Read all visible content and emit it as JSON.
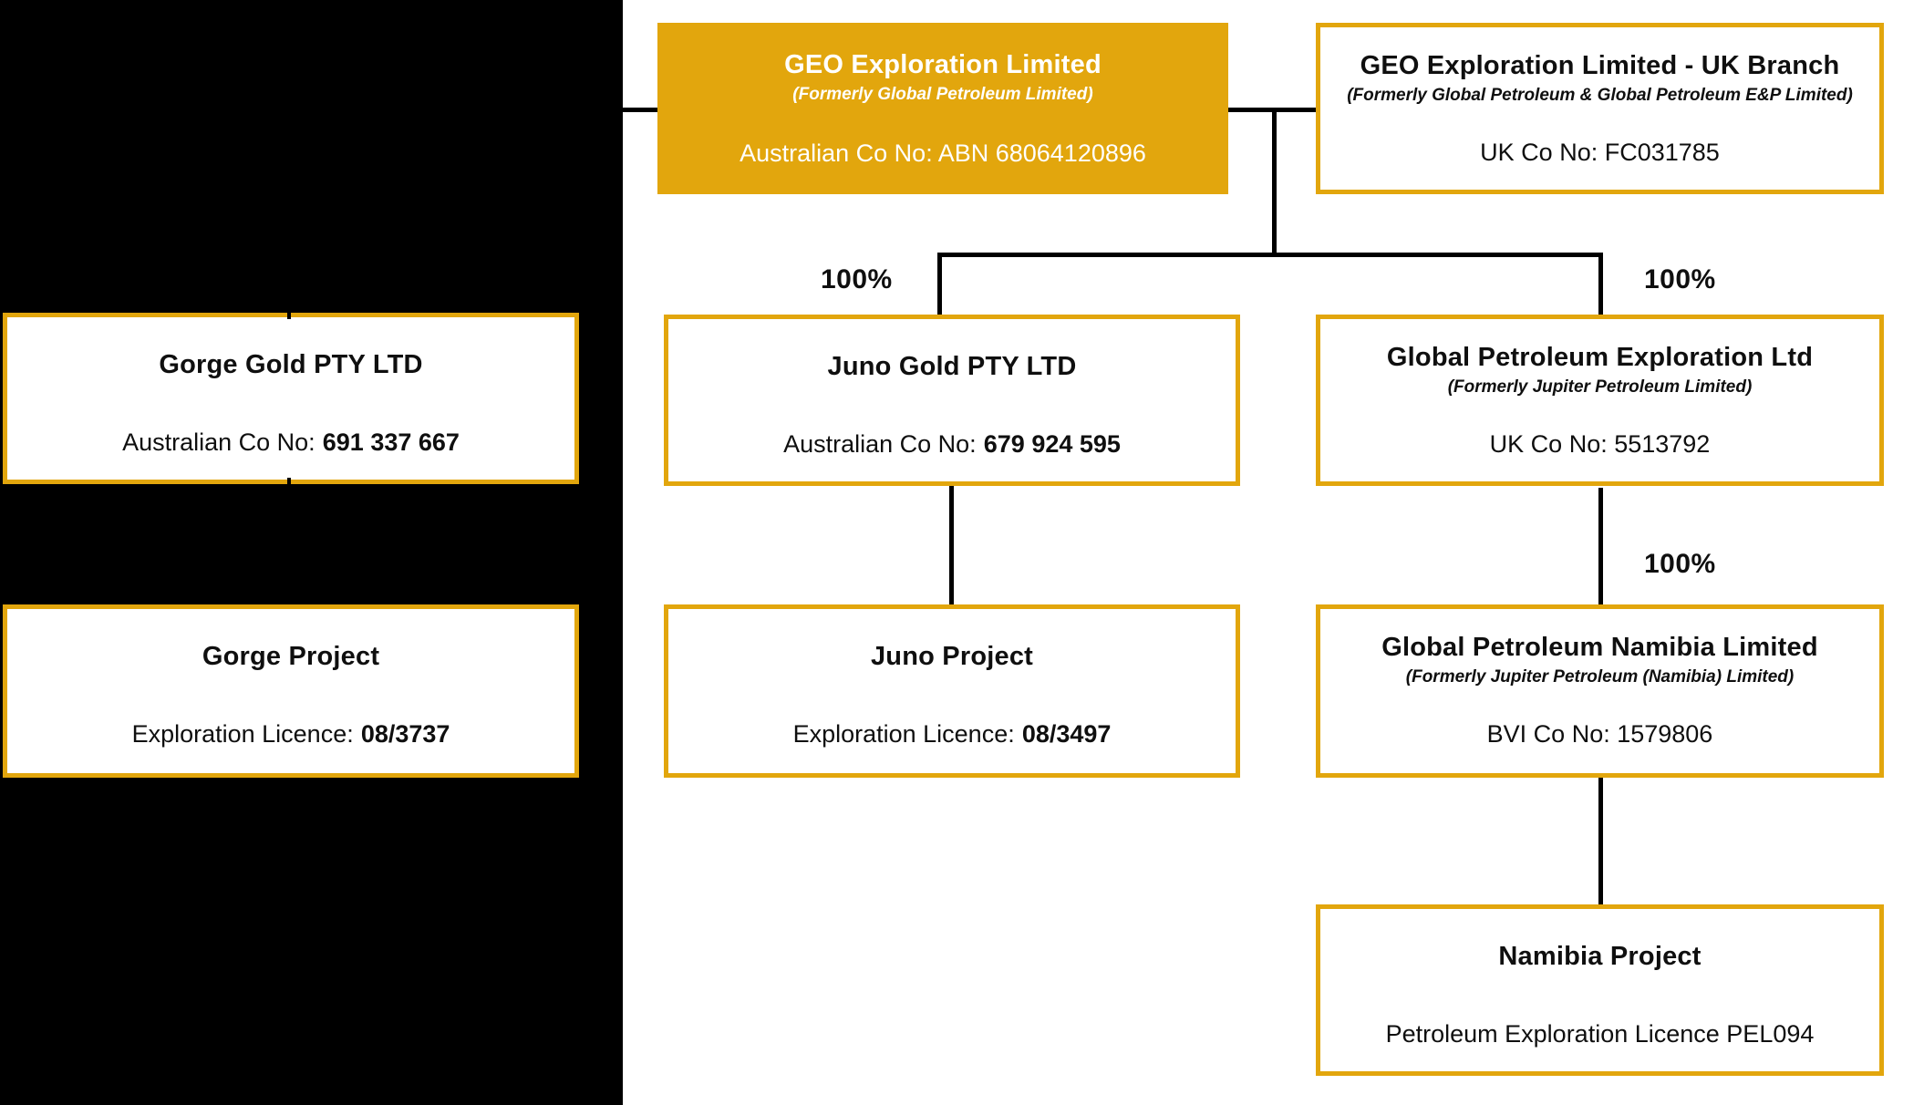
{
  "colors": {
    "gold": "#E2A60D",
    "line": "#000000",
    "panel": "#000000",
    "box_bg": "#FFFFFF",
    "text": "#0F0F0F",
    "parent_text": "#FFFFFF",
    "page_bg": "#FFFFFF"
  },
  "nodes": {
    "parent": {
      "title": "GEO Exploration Limited",
      "subtitle": "(Formerly Global Petroleum Limited)",
      "info": "Australian Co No: ABN 68064120896"
    },
    "uk_branch": {
      "title": "GEO Exploration Limited - UK Branch",
      "subtitle": "(Formerly Global Petroleum & Global Petroleum E&P Limited)",
      "info": "UK Co No: FC031785"
    },
    "gorge_gold": {
      "title": "Gorge Gold PTY LTD",
      "info_label": "Australian Co No:",
      "info_value": "691 337 667"
    },
    "juno_gold": {
      "title": "Juno Gold PTY LTD",
      "info_label": "Australian Co No:",
      "info_value": "679 924 595"
    },
    "global_petroleum_exploration": {
      "title": "Global Petroleum Exploration Ltd",
      "subtitle": "(Formerly Jupiter Petroleum Limited)",
      "info": "UK Co No: 5513792"
    },
    "gorge_project": {
      "title": "Gorge Project",
      "info_label": "Exploration Licence:",
      "info_value": "08/3737"
    },
    "juno_project": {
      "title": "Juno Project",
      "info_label": "Exploration Licence:",
      "info_value": "08/3497"
    },
    "global_petroleum_namibia": {
      "title": "Global Petroleum Namibia Limited",
      "subtitle": "(Formerly Jupiter Petroleum (Namibia) Limited)",
      "info": "BVI Co No: 1579806"
    },
    "namibia_project": {
      "title": "Namibia Project",
      "info": "Petroleum Exploration Licence PEL094"
    }
  },
  "ownership": {
    "parent_juno": "100%",
    "parent_gpe": "100%",
    "gpe_gpn": "100%"
  }
}
